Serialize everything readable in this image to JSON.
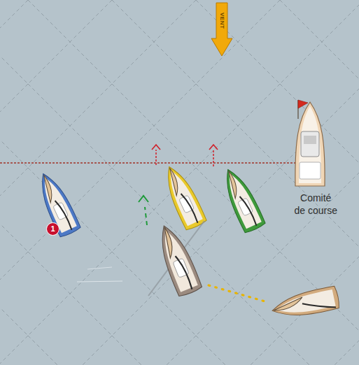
{
  "diagram": {
    "nodes": [
      {
        "text": [
          "VENT"
        ]
      },
      {
        "text": [
          "Comité de course"
        ]
      },
      {
        "text": [
          "1"
        ]
      }
    ]
  }
}
